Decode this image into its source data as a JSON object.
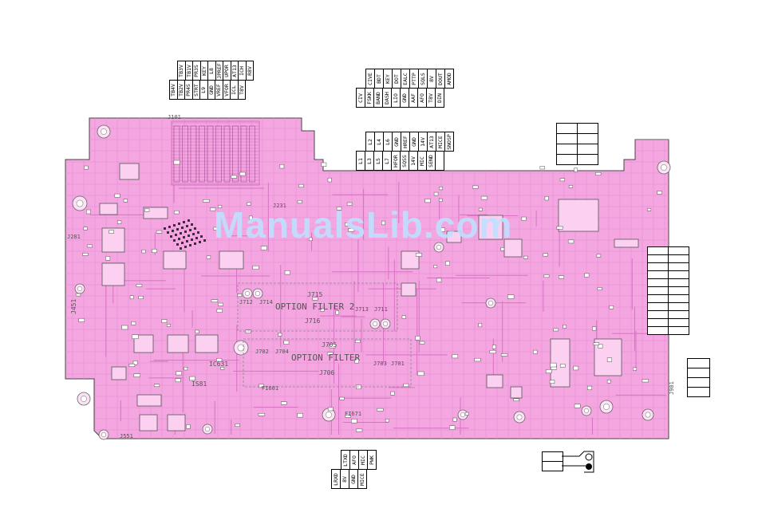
{
  "colors": {
    "board": "#f4a6e0",
    "trace": "#d872c4",
    "outline": "#444444",
    "watermark": "#bfe0ff"
  },
  "watermark": "ManualsLib.com",
  "connectors": {
    "top_left": {
      "rows": [
        [
          "TB3V",
          "TB1V",
          "PR3S",
          "KEY",
          "L8",
          "JPREF",
          "UPOR",
          "AT13",
          "ICH",
          "R8V"
        ],
        [
          "TB4V",
          "TB2V",
          "PR4S",
          "STRT",
          "L9",
          "GND",
          "VREF",
          "VFOR",
          "ICL",
          "T8V"
        ]
      ]
    },
    "top_mid": {
      "rows": [
        [
          "CIVE",
          "BDT",
          "KEY",
          "DOT",
          "EALC",
          "PTTP",
          "SQLS",
          "8V",
          "DOUT",
          "AMOD"
        ],
        [
          "CIV",
          "FSKK",
          "BAND",
          "DASH",
          "LIO",
          "GND",
          "AAF",
          "AFO",
          "T8V",
          "DIN"
        ]
      ]
    },
    "mid": {
      "rows": [
        [
          "L2",
          "L4",
          "L6",
          "GND",
          "HREF",
          "GND",
          "14V",
          "AT13",
          "MICE",
          "SNOSP"
        ],
        [
          "L1",
          "L3",
          "L5",
          "L7",
          "HFOR",
          "SQSS",
          "14V",
          "MIC",
          "SEND",
          ""
        ]
      ]
    },
    "bottom": {
      "rows": [
        [
          "LTXD",
          "AFO",
          "MIC",
          "PWK"
        ],
        [
          "LRXD",
          "8V",
          "GND",
          "MICE"
        ]
      ]
    }
  },
  "board_labels": [
    {
      "text": "J101"
    },
    {
      "text": "J231"
    },
    {
      "text": "J281"
    },
    {
      "text": "J712"
    },
    {
      "text": "J714"
    },
    {
      "text": "J715"
    },
    {
      "text": "J716"
    },
    {
      "text": "J713"
    },
    {
      "text": "J711"
    },
    {
      "text": "OPTION FILTER 2"
    },
    {
      "text": "J702"
    },
    {
      "text": "J704"
    },
    {
      "text": "J705"
    },
    {
      "text": "OPTION FILTER"
    },
    {
      "text": "J703"
    },
    {
      "text": "J701"
    },
    {
      "text": "J706"
    },
    {
      "text": "FI601"
    },
    {
      "text": "FI671"
    },
    {
      "text": "IC631"
    },
    {
      "text": "IS81"
    },
    {
      "text": "J451"
    },
    {
      "text": "J901"
    },
    {
      "text": "J551"
    }
  ]
}
